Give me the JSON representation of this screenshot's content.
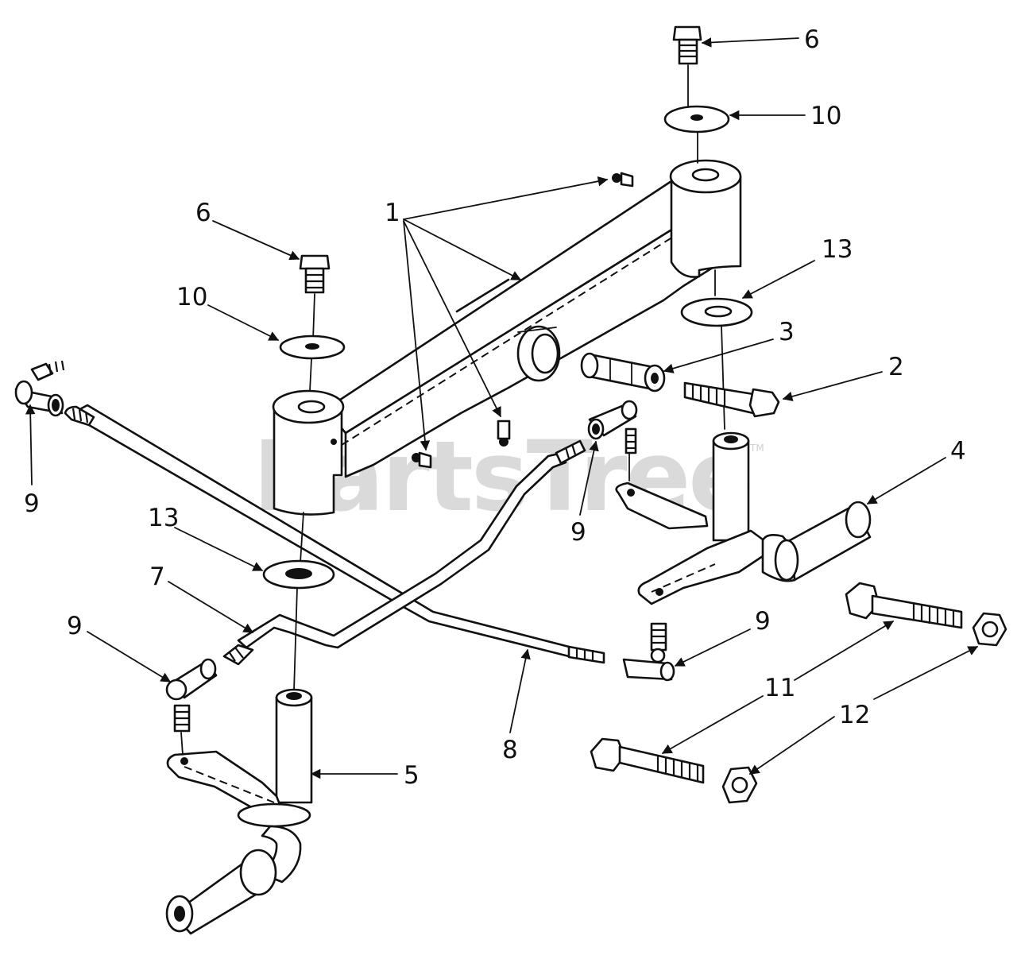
{
  "watermark": {
    "text": "PartsTree",
    "tm": "TM"
  },
  "callouts": {
    "c1": "1",
    "c2": "2",
    "c3": "3",
    "c4": "4",
    "c5": "5",
    "c6_top": "6",
    "c6_left": "6",
    "c7": "7",
    "c8": "8",
    "c9_left": "9",
    "c9_mid": "9",
    "c9_lower_left": "9",
    "c9_right": "9",
    "c10_top": "10",
    "c10_left": "10",
    "c11_upper": "11",
    "c11_lower": "11",
    "c12": "12",
    "c13_right": "13",
    "c13_left": "13"
  }
}
